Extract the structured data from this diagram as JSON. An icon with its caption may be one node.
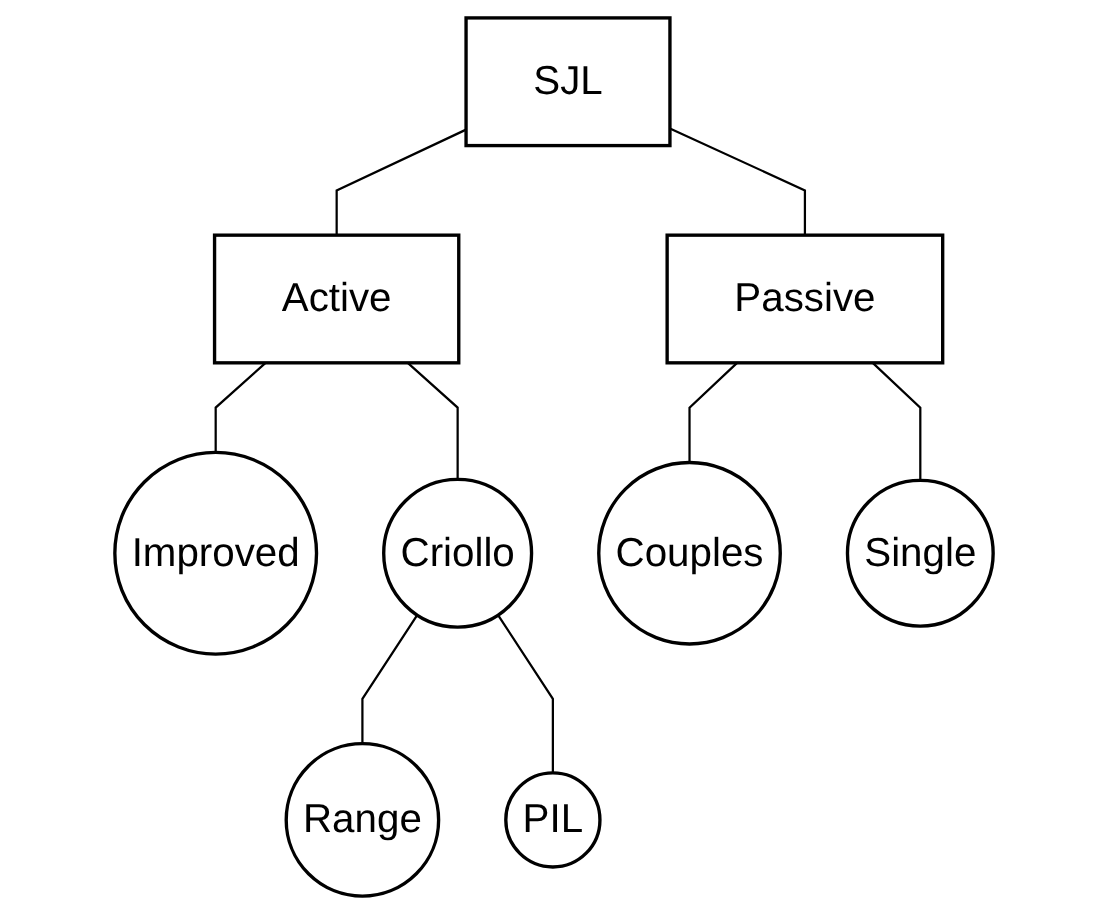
{
  "diagram": {
    "nodes": [
      {
        "text": [
          "SJL"
        ]
      },
      {
        "text": [
          "Active"
        ]
      },
      {
        "text": [
          "Passive"
        ]
      },
      {
        "text": [
          "Improved"
        ]
      },
      {
        "text": [
          "Criollo"
        ]
      },
      {
        "text": [
          "Couples"
        ]
      },
      {
        "text": [
          "Single"
        ]
      },
      {
        "text": [
          "Range"
        ]
      },
      {
        "text": [
          "PIL"
        ]
      }
    ],
    "edges": [
      {
        "from": 0,
        "to": 1,
        "arrow": "none"
      },
      {
        "from": 0,
        "to": 2,
        "arrow": "none"
      },
      {
        "from": 1,
        "to": 3,
        "arrow": "none"
      },
      {
        "from": 1,
        "to": 4,
        "arrow": "none"
      },
      {
        "from": 2,
        "to": 5,
        "arrow": "none"
      },
      {
        "from": 2,
        "to": 6,
        "arrow": "none"
      },
      {
        "from": 4,
        "to": 7,
        "arrow": "none"
      },
      {
        "from": 4,
        "to": 8,
        "arrow": "none"
      }
    ]
  }
}
